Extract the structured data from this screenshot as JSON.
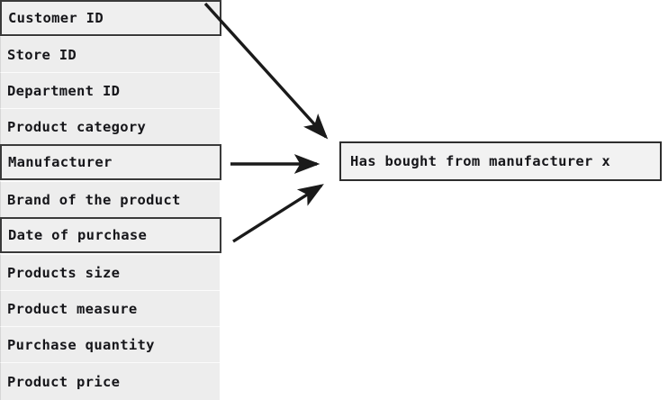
{
  "diagram": {
    "title_text_present": false,
    "attributes": [
      {
        "label": "Customer ID",
        "highlighted": true
      },
      {
        "label": "Store ID",
        "highlighted": false
      },
      {
        "label": "Department ID",
        "highlighted": false
      },
      {
        "label": "Product category",
        "highlighted": false
      },
      {
        "label": "Manufacturer",
        "highlighted": true
      },
      {
        "label": "Brand of the product",
        "highlighted": false
      },
      {
        "label": "Date of purchase",
        "highlighted": true
      },
      {
        "label": "Products size",
        "highlighted": false
      },
      {
        "label": "Product measure",
        "highlighted": false
      },
      {
        "label": "Purchase quantity",
        "highlighted": false
      },
      {
        "label": "Product price",
        "highlighted": false
      }
    ],
    "outcome": {
      "label": "Has bought from manufacturer x"
    },
    "arrows": [
      {
        "name": "arrow-customer-id-to-outcome",
        "from": "Customer ID",
        "to": "Has bought from manufacturer x"
      },
      {
        "name": "arrow-manufacturer-to-outcome",
        "from": "Manufacturer",
        "to": "Has bought from manufacturer x"
      },
      {
        "name": "arrow-date-of-purchase-to-outcome",
        "from": "Date of purchase",
        "to": "Has bought from manufacturer x"
      }
    ],
    "colors": {
      "row_background": "#ededed",
      "row_separator": "#fbfbfb",
      "box_border": "#2e2e2e",
      "text": "#16161a",
      "arrow": "#1a1a1a",
      "canvas_background": "#ffffff"
    }
  }
}
